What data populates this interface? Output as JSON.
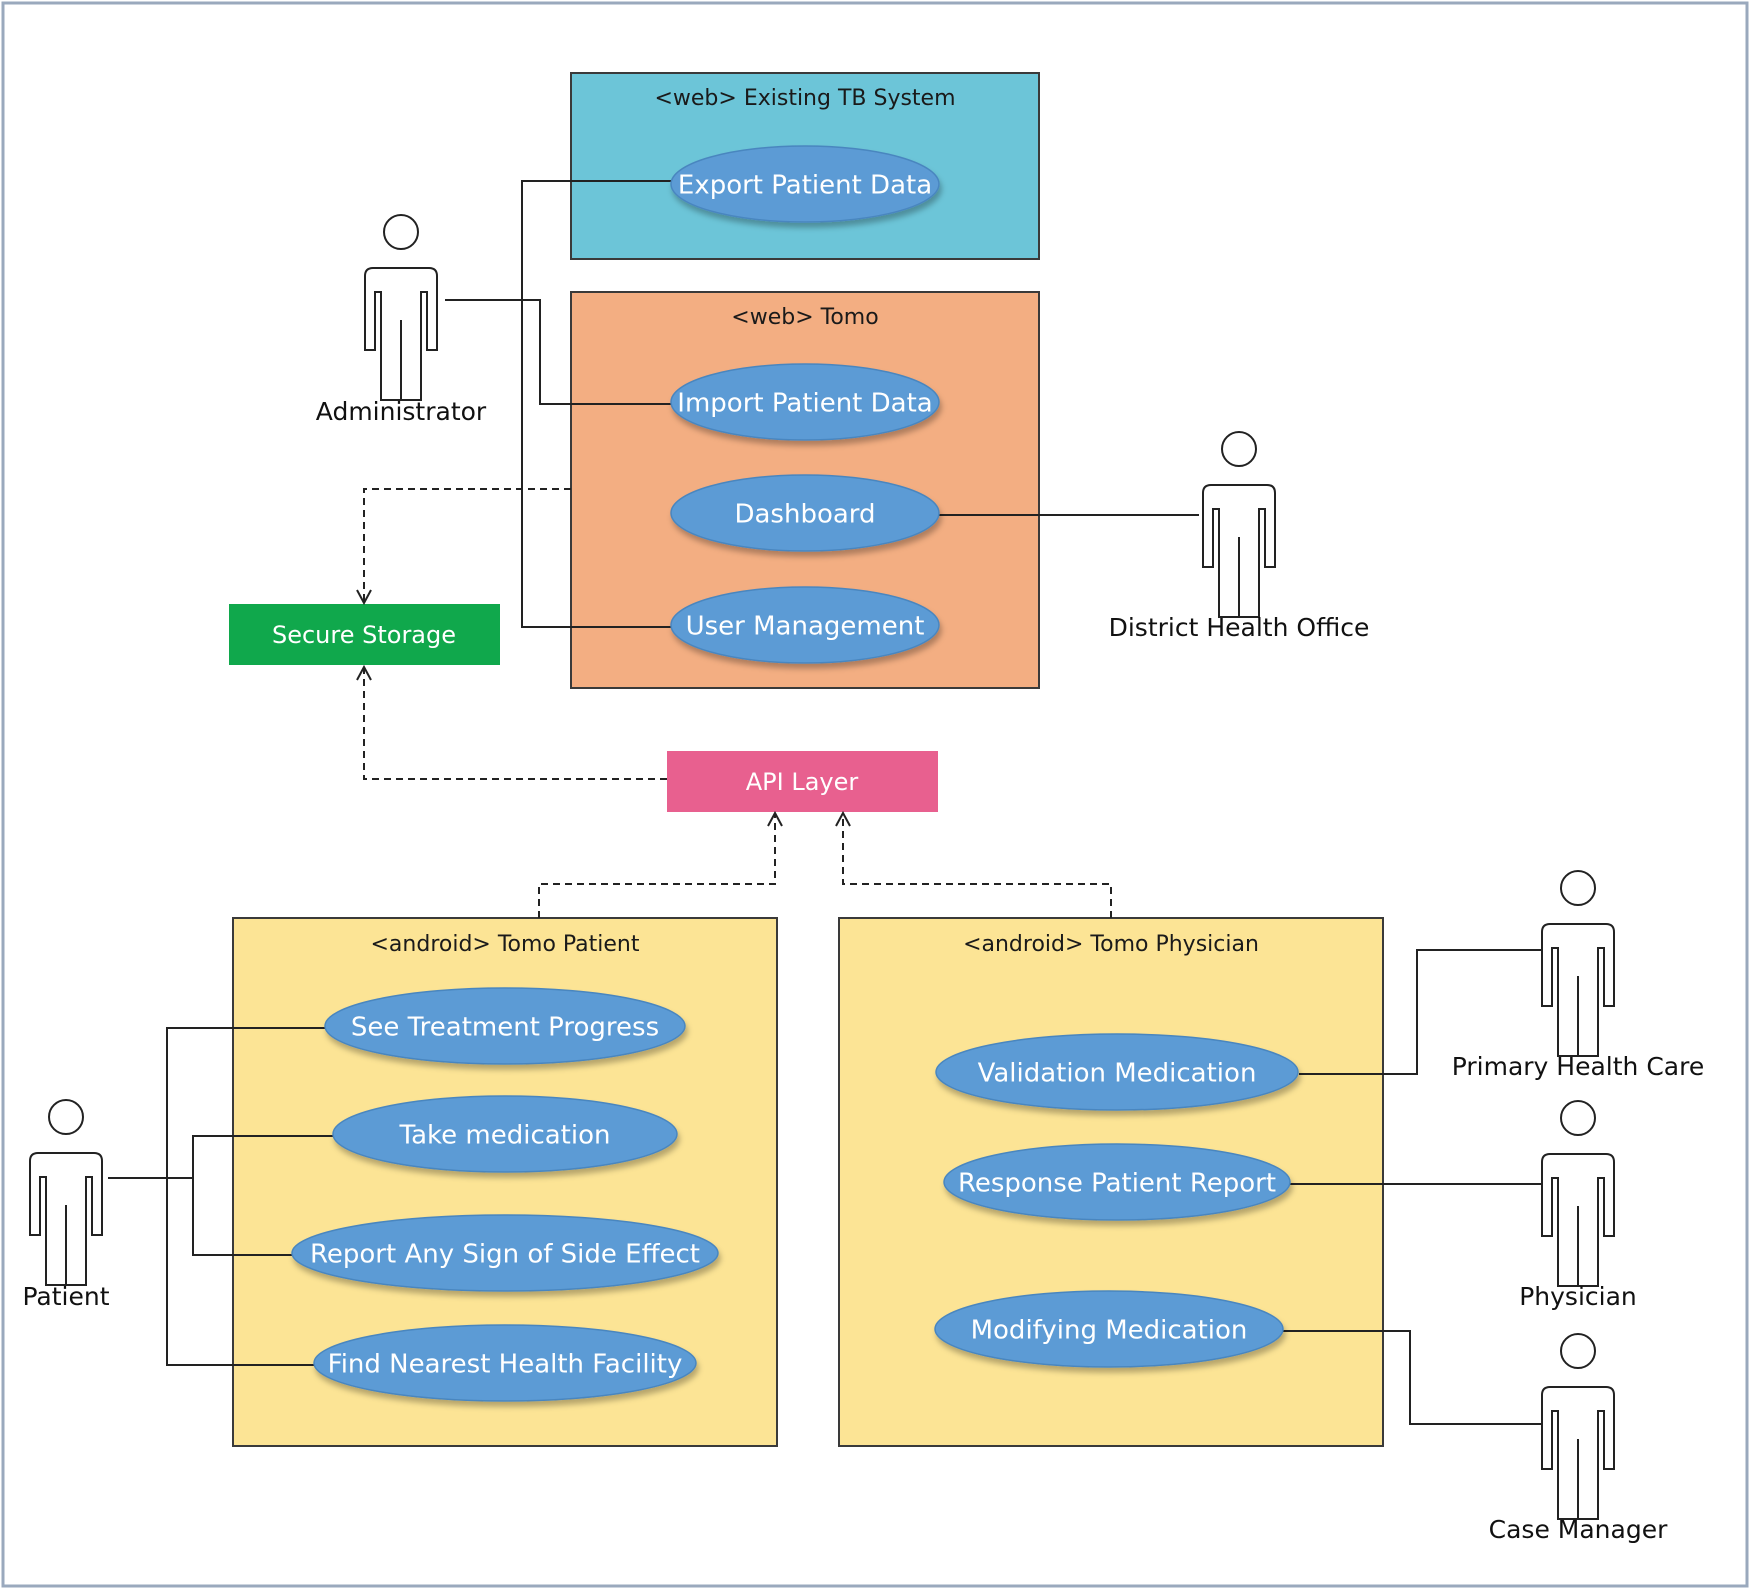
{
  "systems": {
    "tb_system": {
      "title": "<web> Existing TB System",
      "color": "#6cc5d8"
    },
    "tomo_web": {
      "title": "<web> Tomo",
      "color": "#f3ae82"
    },
    "tomo_patient": {
      "title": "<android> Tomo Patient",
      "color": "#fce495"
    },
    "tomo_physician": {
      "title": "<android> Tomo Physician",
      "color": "#fce495"
    }
  },
  "use_cases": {
    "export_patient_data": "Export Patient Data",
    "import_patient_data": "Import Patient Data",
    "dashboard": "Dashboard",
    "user_management": "User Management",
    "see_treatment_progress": "See Treatment Progress",
    "take_medication": "Take medication",
    "report_side_effect": "Report Any Sign of Side Effect",
    "find_health_facility": "Find Nearest Health Facility",
    "validation_medication": "Validation Medication",
    "response_patient_report": "Response Patient Report",
    "modifying_medication": "Modifying Medication"
  },
  "components": {
    "secure_storage": {
      "label": "Secure Storage",
      "color": "#10a84c"
    },
    "api_layer": {
      "label": "API Layer",
      "color": "#e8608f"
    }
  },
  "actors": {
    "administrator": "Administrator",
    "district_health_office": "District Health Office",
    "patient": "Patient",
    "primary_health_care": "Primary Health Care",
    "physician": "Physician",
    "case_manager": "Case Manager"
  },
  "colors": {
    "use_case_fill": "#5b9bd5",
    "line": "#222222",
    "frame_border": "#9aa9bd"
  }
}
